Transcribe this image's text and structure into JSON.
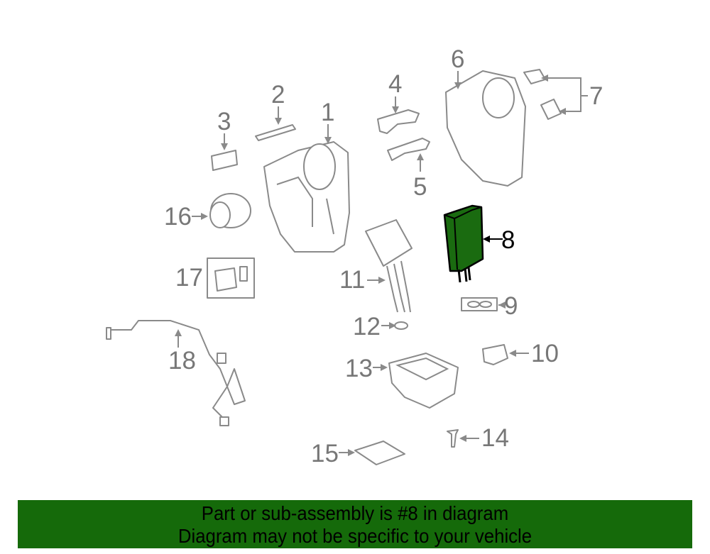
{
  "diagram": {
    "highlight_color": "#1a6b10",
    "highlighted_part": "8",
    "callouts": [
      "1",
      "2",
      "3",
      "4",
      "5",
      "6",
      "7",
      "8",
      "9",
      "10",
      "11",
      "12",
      "13",
      "14",
      "15",
      "16",
      "17",
      "18"
    ]
  },
  "banner": {
    "line1": "Part or sub-assembly is #8 in diagram",
    "line2": "Diagram may not be specific to your vehicle",
    "color": "#156a0a"
  }
}
